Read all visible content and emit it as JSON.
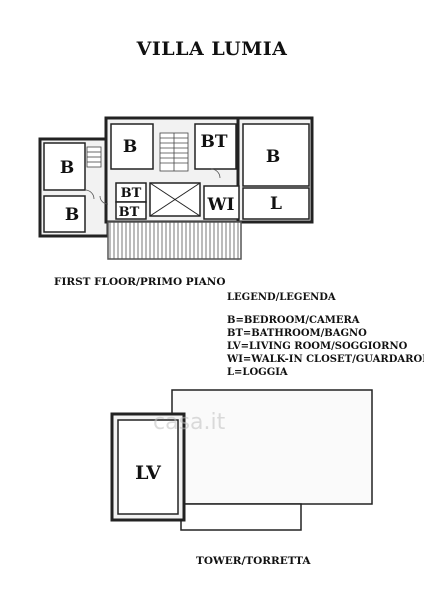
{
  "title": "VILLA LUMIA",
  "first_floor": {
    "caption": "FIRST FLOOR/PRIMO PIANO",
    "rooms": [
      {
        "id": "b-left-top",
        "label": "B"
      },
      {
        "id": "b-left-bottom",
        "label": "B"
      },
      {
        "id": "b-center",
        "label": "B"
      },
      {
        "id": "bt-top",
        "label": "BT"
      },
      {
        "id": "b-right",
        "label": "B"
      },
      {
        "id": "bt-small-1",
        "label": "BT"
      },
      {
        "id": "bt-small-2",
        "label": "BT"
      },
      {
        "id": "wi",
        "label": "WI"
      },
      {
        "id": "l",
        "label": "L"
      }
    ]
  },
  "legend": {
    "heading": "LEGEND/LEGENDA",
    "items": [
      "B=BEDROOM/CAMERA",
      "BT=BATHROOM/BAGNO",
      "LV=LIVING ROOM/SOGGIORNO",
      "WI=WALK-IN CLOSET/GUARDAROBA",
      "L=LOGGIA"
    ]
  },
  "tower": {
    "caption": "TOWER/TORRETTA",
    "room_label": "LV"
  },
  "watermark": "casa.it"
}
